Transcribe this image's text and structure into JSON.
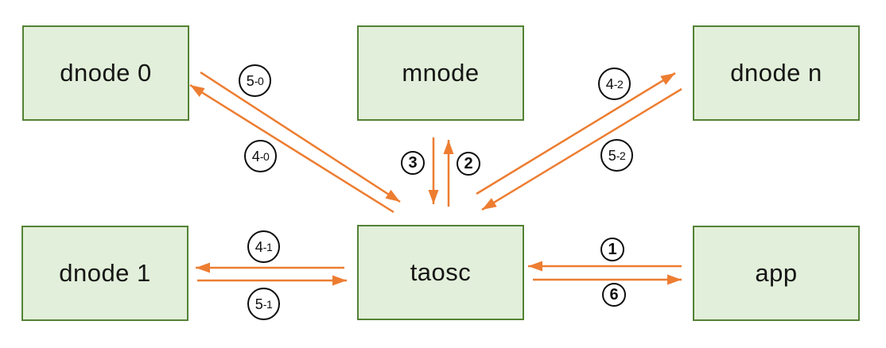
{
  "diagram": {
    "type": "architecture-flow",
    "nodes": {
      "dnode0": "dnode 0",
      "mnode": "mnode",
      "dnoden": "dnode n",
      "dnode1": "dnode 1",
      "taosc": "taosc",
      "app": "app"
    },
    "edges": [
      {
        "label": "1",
        "from": "app",
        "to": "taosc"
      },
      {
        "label": "2",
        "from": "taosc",
        "to": "mnode"
      },
      {
        "label": "3",
        "from": "mnode",
        "to": "taosc"
      },
      {
        "label": "4-0",
        "from": "taosc",
        "to": "dnode 0"
      },
      {
        "label": "5-0",
        "from": "dnode 0",
        "to": "taosc"
      },
      {
        "label": "4-1",
        "from": "taosc",
        "to": "dnode 1"
      },
      {
        "label": "5-1",
        "from": "dnode 1",
        "to": "taosc"
      },
      {
        "label": "4-2",
        "from": "taosc",
        "to": "dnode n"
      },
      {
        "label": "5-2",
        "from": "dnode n",
        "to": "taosc"
      },
      {
        "label": "6",
        "from": "taosc",
        "to": "app"
      }
    ],
    "labels": {
      "l1": {
        "big": "1"
      },
      "l2": {
        "big": "2"
      },
      "l3": {
        "big": "3"
      },
      "l6": {
        "big": "6"
      },
      "l40": {
        "big": "4",
        "small": "-0"
      },
      "l50": {
        "big": "5",
        "small": "-0"
      },
      "l41": {
        "big": "4",
        "small": "-1"
      },
      "l51": {
        "big": "5",
        "small": "-1"
      },
      "l42": {
        "big": "4",
        "small": "-2"
      },
      "l52": {
        "big": "5",
        "small": "-2"
      }
    },
    "colors": {
      "box_fill": "#e2efda",
      "box_border": "#548235",
      "arrow": "#ed7d31",
      "label_circle": "#0d0d0d"
    }
  }
}
